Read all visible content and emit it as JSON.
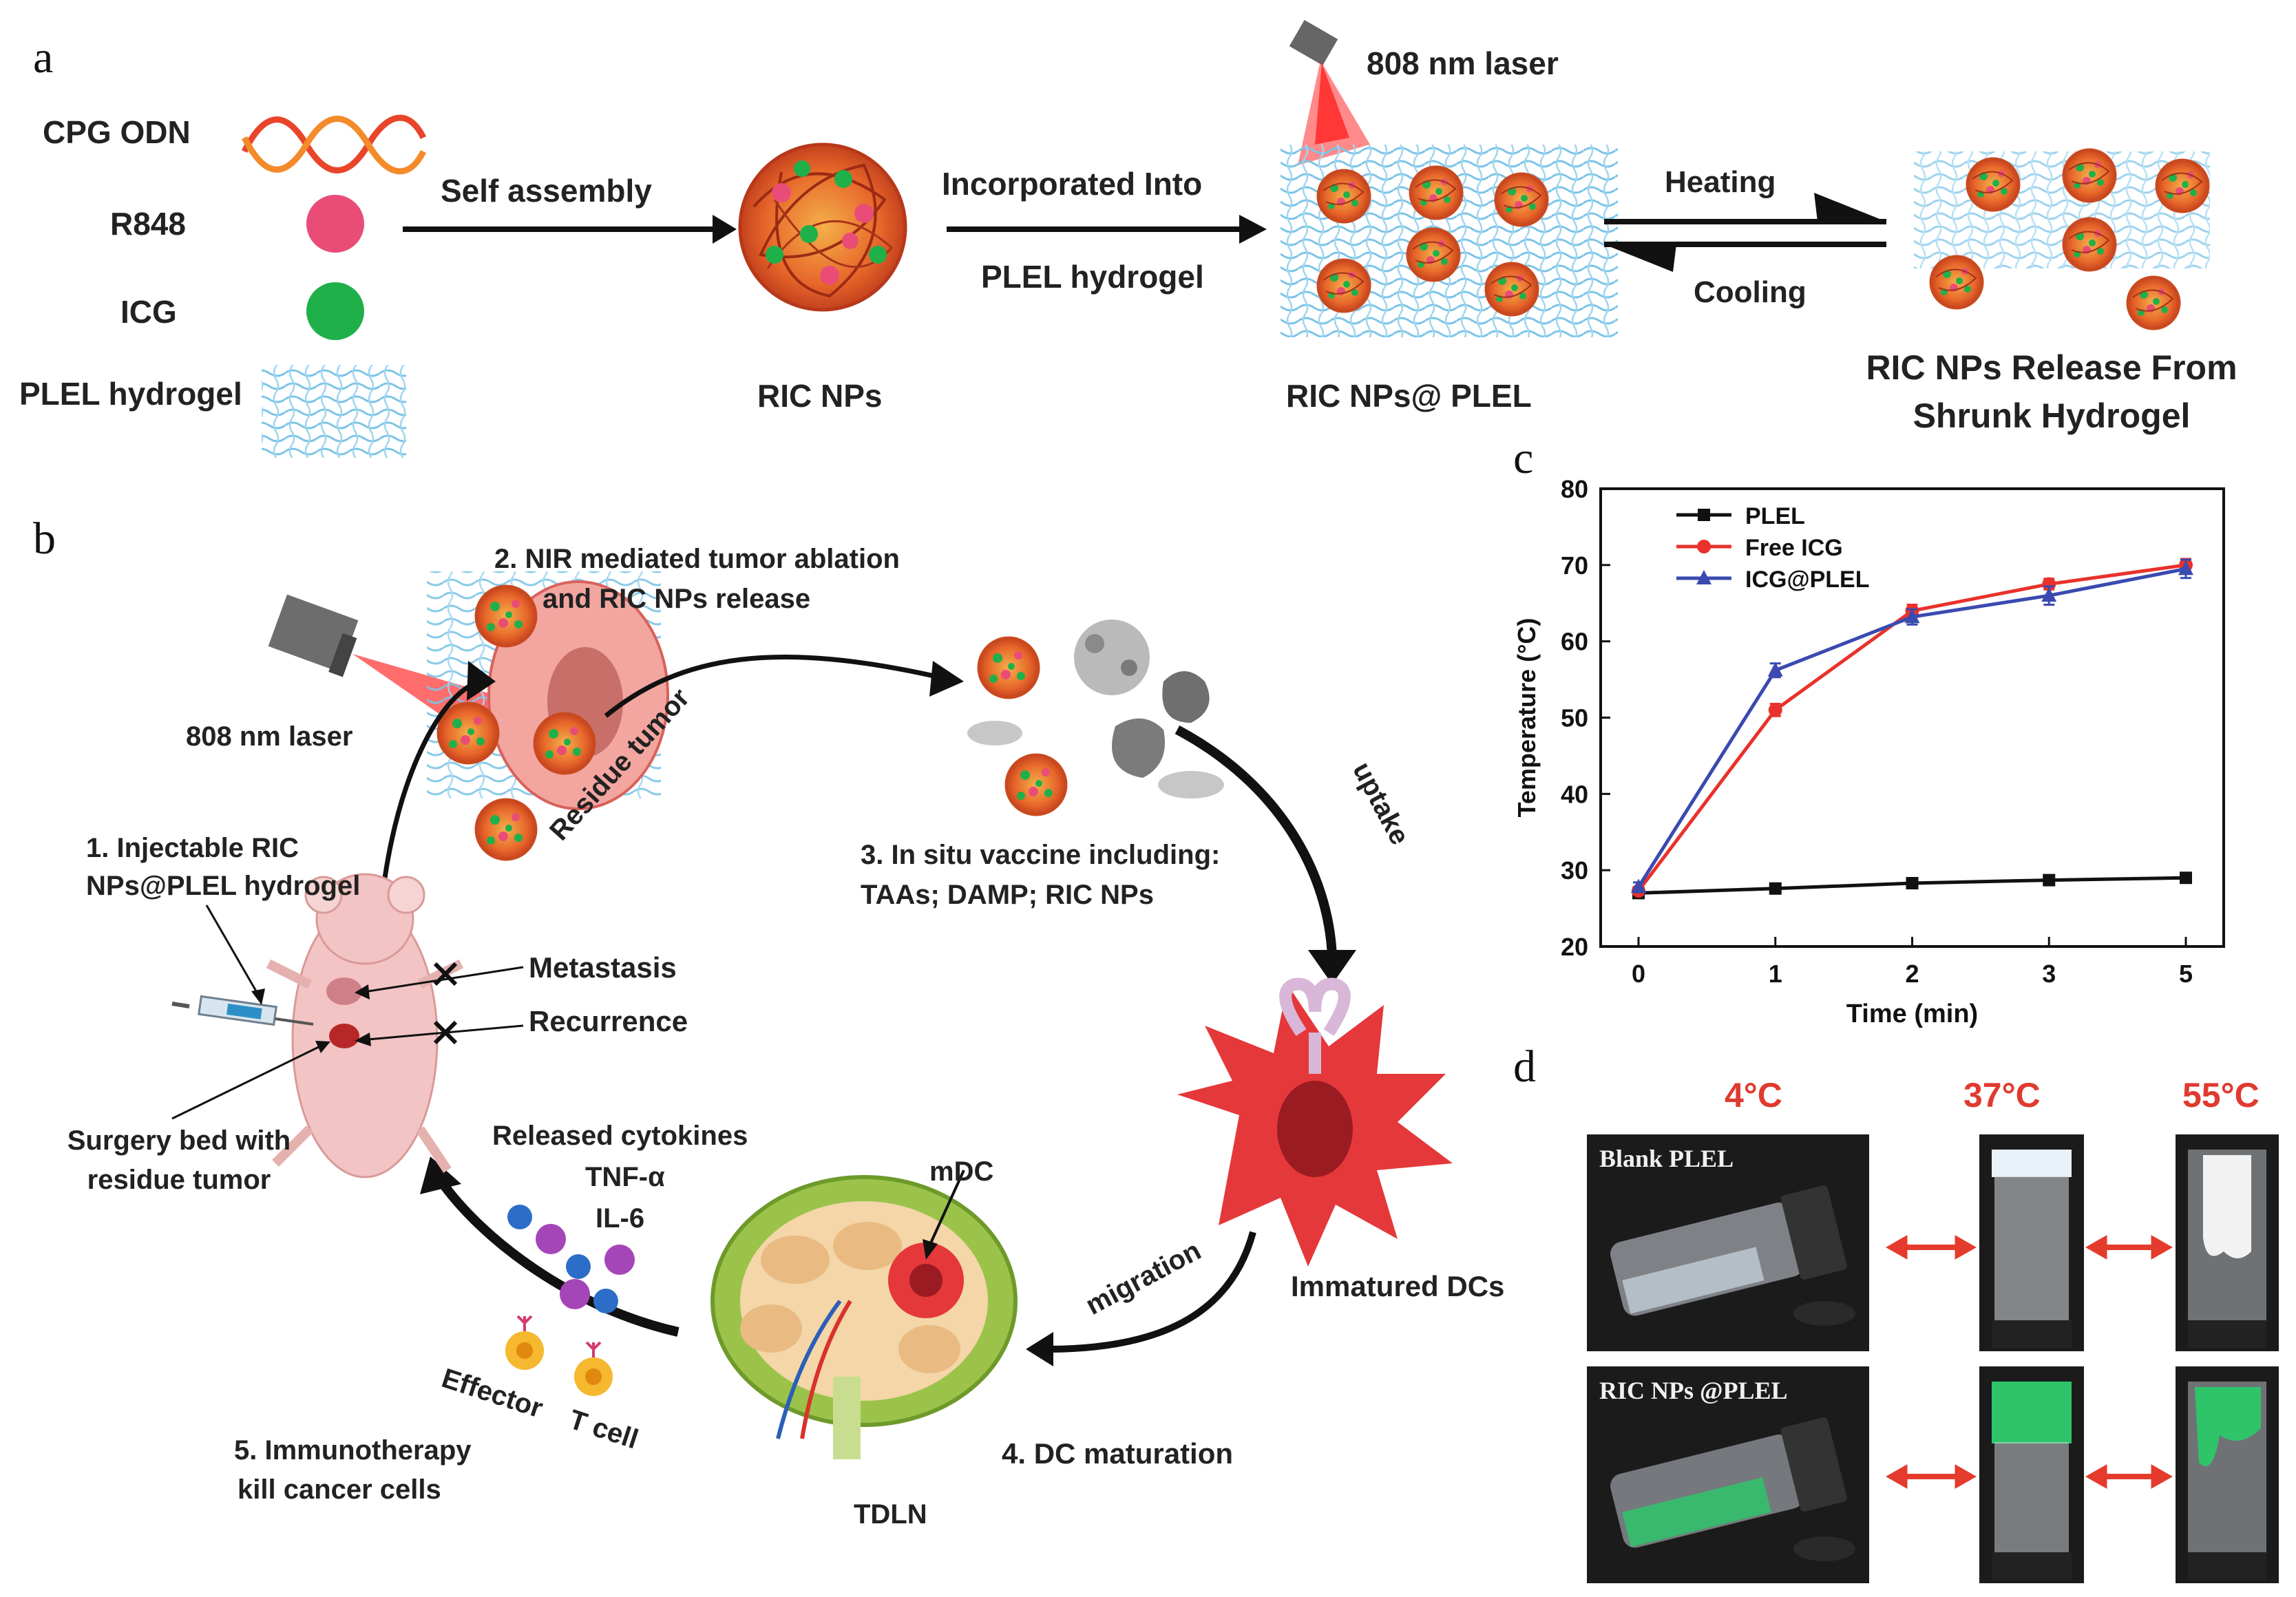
{
  "panels": {
    "a": "a",
    "b": "b",
    "c": "c",
    "d": "d"
  },
  "panel_a": {
    "components": [
      "CPG ODN",
      "R848",
      "ICG",
      "PLEL hydrogel"
    ],
    "arrow1": "Self assembly",
    "ric_nps": "RIC NPs",
    "arrow2_top": "Incorporated  Into",
    "arrow2_bottom": "PLEL hydrogel",
    "laser": "808 nm laser",
    "ric_plel": "RIC NPs@ PLEL",
    "heating": "Heating",
    "cooling": "Cooling",
    "release_1": "RIC NPs Release From",
    "release_2": "Shrunk Hydrogel"
  },
  "panel_b": {
    "step2_1": "2. NIR mediated tumor ablation",
    "step2_2": "and RIC NPs release",
    "laser": "808 nm laser",
    "residue_tumor": "Residue tumor",
    "step1_1": "1. Injectable RIC",
    "step1_2": "NPs@PLEL hydrogel",
    "step3_1": "3. In situ vaccine including:",
    "step3_2": "TAAs; DAMP; RIC NPs",
    "uptake": "uptake",
    "metastasis": "Metastasis",
    "recurrence": "Recurrence",
    "surgery_1": "Surgery bed with",
    "surgery_2": "residue tumor",
    "cytokines_title": "Released cytokines",
    "cytokine_1": "TNF-α",
    "cytokine_2": "IL-6",
    "mdc": "mDC",
    "migration": "migration",
    "immatured": "Immatured DCs",
    "effector": "Effector",
    "tcell": "T cell",
    "step5_1": "5. Immunotherapy",
    "step5_2": "kill cancer cells",
    "step4": "4. DC maturation",
    "tdln": "TDLN"
  },
  "chart_data": {
    "type": "line",
    "xlabel": "Time (min)",
    "ylabel": "Temperature (°C)",
    "x_ticks": [
      "0",
      "1",
      "2",
      "3",
      "5"
    ],
    "y_ticks": [
      "20",
      "30",
      "40",
      "50",
      "60",
      "70",
      "80"
    ],
    "ylim": [
      20,
      80
    ],
    "grid": false,
    "legend_position": "top-left",
    "series": [
      {
        "name": "PLEL",
        "color": "#111111",
        "marker": "square",
        "values": [
          27.0,
          27.6,
          28.3,
          28.7,
          29.0
        ],
        "errors": [
          0.3,
          0.3,
          0.3,
          0.3,
          0.3
        ]
      },
      {
        "name": "Free ICG",
        "color": "#e8322b",
        "marker": "circle",
        "values": [
          27.3,
          51.0,
          64.0,
          67.5,
          70.0
        ],
        "errors": [
          0.5,
          0.8,
          0.8,
          0.7,
          0.8
        ]
      },
      {
        "name": "ICG@PLEL",
        "color": "#3a4ab0",
        "marker": "triangle",
        "values": [
          27.8,
          56.2,
          63.2,
          66.0,
          69.5
        ],
        "errors": [
          0.6,
          0.9,
          1.0,
          1.2,
          1.2
        ]
      }
    ]
  },
  "panel_d": {
    "temps": [
      "4°C",
      "37°C",
      "55°C"
    ],
    "row1": "Blank PLEL",
    "row2": "RIC NPs @PLEL",
    "colors": {
      "arrow": "#e53b2c",
      "gel_green": "#2fc46a",
      "temp_label": "#e03a2f"
    }
  }
}
